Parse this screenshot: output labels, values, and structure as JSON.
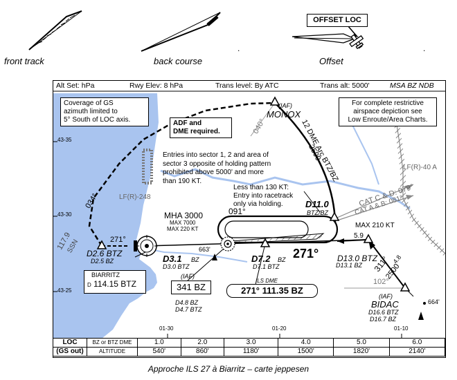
{
  "legend": {
    "front_track": "front track",
    "back_course": "back course",
    "offset": "Offset",
    "offset_box": "OFFSET LOC",
    "dot1": ".",
    "dot2": "."
  },
  "header": {
    "alt_set": "Alt Set: hPa",
    "rwy_elev": "Rwy Elev: 8 hPa",
    "trans_level": "Trans level: By ATC",
    "trans_alt": "Trans alt: 5000'",
    "msa": "MSA BZ NDB"
  },
  "notes": {
    "gs_coverage": [
      "Coverage of GS",
      "azimuth limited to",
      "5° South of LOC axis."
    ],
    "adf_dme": [
      "ADF and",
      "DME required."
    ],
    "restrictive": [
      "For complete restrictive",
      "airspace depiction see",
      "Low Enroute/Area Charts."
    ],
    "entries": [
      "Entries into sector 1, 2 and area of",
      "sector 3 opposite of holding pattern",
      "prohibited above 5000' and more",
      "than 190 KT."
    ],
    "racetrack": [
      "Less than 130 KT:",
      "Entry into racetrack",
      "only via holding."
    ]
  },
  "labels": {
    "lat_4335a": "43-35",
    "lat_4330": "43-30",
    "lat_4325": "43-25",
    "long_0130": "01-30",
    "long_0120": "01-20",
    "long_0110": "01-10",
    "deg_040": "040°",
    "iaf_monox": "(IAF)",
    "monox": "MONOX",
    "dme_arc": "12 DME Arc BTZ/BZ",
    "arc_alt": "2500",
    "lf_40": "LF(R)-40 A",
    "lf_248": "LF(R)-248",
    "deg_034": "034°",
    "radial_117": "117.9",
    "ssn": "SSN",
    "deg_271_small": "271°",
    "deg_091": "091°",
    "mha": "MHA 3000",
    "max_7000": "MAX 7000",
    "max_220": "MAX 220 KT",
    "d11": "D11.0",
    "d11_sub": "BTZ/BZ",
    "cat_cd": "CAT C & D: 079°",
    "cat_ab": "CAT A & B: 081°",
    "max_210": "MAX 210 KT",
    "val_59": "5.9",
    "d26": "D2.6 BTZ",
    "d25": "D2.5 BZ",
    "d31": "D3.1",
    "d31_bz": "BZ",
    "d30": "D3.0 BTZ",
    "ft_663": "663'",
    "d72": "D7.2",
    "d72_bz": "BZ",
    "d71": "D7.1 BTZ",
    "deg_271_big": "271°",
    "d13": "D13.0 BTZ",
    "d131": "D13.1 BZ",
    "deg_311": "311°",
    "val_48": "4.8",
    "alt_2500b": "2500",
    "deg_102": "102°",
    "iaf_bidac": "(IAF)",
    "bidac": "BIDAC",
    "d166": "D16.6 BTZ",
    "d167": "D16.7 BZ",
    "ft_664": "664'",
    "iaf_bz": "(IAF)",
    "d48": "D4.8 BZ",
    "d47": "D4.7 BTZ",
    "ils_dme": "ILS DME"
  },
  "boxes": {
    "biarritz_name": "BIARRITZ",
    "biarritz_freq": "114.15 BTZ",
    "biarritz_d": "D",
    "bz_freq": "341 BZ",
    "ils": "271° 111.35 BZ"
  },
  "table": {
    "row1_label": "LOC",
    "row1_sub": "BZ or BTZ DME",
    "row2_label": "(GS out)",
    "row2_sub": "ALTITUDE",
    "distances": [
      "1.0",
      "2.0",
      "3.0",
      "4.0",
      "5.0",
      "6.0"
    ],
    "altitudes": [
      "540'",
      "860'",
      "1180'",
      "1500'",
      "1820'",
      "2140'"
    ]
  },
  "caption": "Approche ILS 27 à Biarritz – carte jeppesen"
}
